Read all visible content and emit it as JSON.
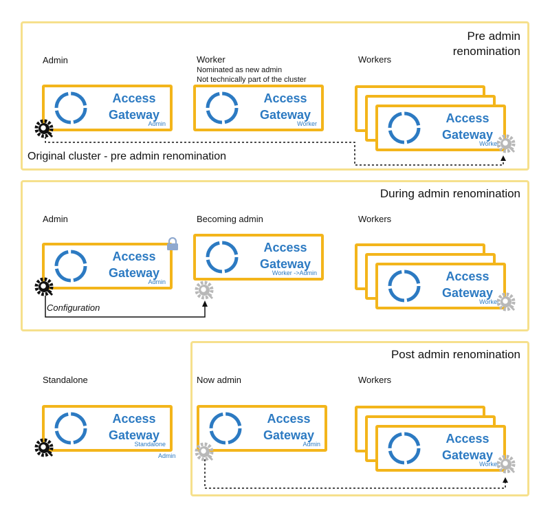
{
  "panels": {
    "pre": {
      "title_line1": "Pre admin",
      "title_line2": "renomination"
    },
    "during": {
      "title": "During admin renomination"
    },
    "post": {
      "title": "Post admin renomination"
    }
  },
  "row1": {
    "admin_label": "Admin",
    "worker_label": "Worker",
    "worker_note1": "Nominated as new admin",
    "worker_note2": "Not technically part of the cluster",
    "workers_label": "Workers",
    "cluster_caption": "Original  cluster - pre admin renomination"
  },
  "row2": {
    "admin_label": "Admin",
    "becoming_label": "Becoming admin",
    "workers_label": "Workers",
    "config_label": "Configuration"
  },
  "row3": {
    "standalone_label": "Standalone",
    "now_admin_label": "Now admin",
    "workers_label": "Workers"
  },
  "card": {
    "line1": "Access",
    "line2": "Gateway"
  },
  "roles": {
    "admin": "Admin",
    "worker": "Worker",
    "worker_to_admin": "Worker ->Admin",
    "standalone": "Standalone",
    "standalone_admin": "Admin"
  },
  "colors": {
    "panel_border": "#f6e08c",
    "card_border": "#f3b51b",
    "brand_blue": "#2c7ac2",
    "gear_active": "#111111",
    "gear_inactive": "#b8b8b8",
    "lock": "#8fa9cf"
  },
  "icons": [
    "ring-icon",
    "gear-search-icon",
    "lock-icon",
    "arrow-head-icon"
  ]
}
